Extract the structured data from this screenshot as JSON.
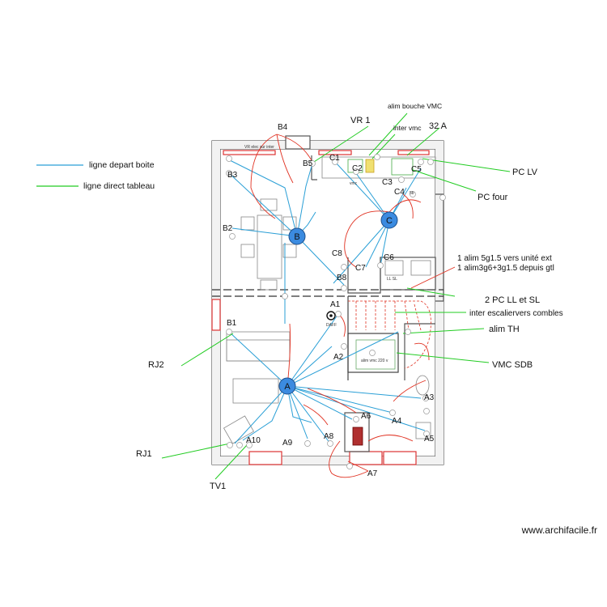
{
  "legend": {
    "blue_label": "ligne depart boite",
    "green_label": "ligne direct tableau"
  },
  "colors": {
    "blue_line": "#2a9fd6",
    "green_line": "#22cc22",
    "red_line": "#e03020",
    "wall": "#555555",
    "hub": "#3b8be0"
  },
  "hubs": {
    "a": "A",
    "b": "B",
    "c": "C"
  },
  "points": {
    "A1": "A1",
    "A2": "A2",
    "A3": "A3",
    "A4": "A4",
    "A5": "A5",
    "A6": "A6",
    "A7": "A7",
    "A8": "A8",
    "A9": "A9",
    "A10": "A10",
    "B1": "B1",
    "B2": "B2",
    "B3": "B3",
    "B4": "B4",
    "B5": "B5",
    "B8": "B8",
    "C1": "C1",
    "C2": "C2",
    "C3": "C3",
    "C4": "C4",
    "C5": "C5",
    "C6": "C6",
    "C7": "C7",
    "C8": "C8"
  },
  "annotations": {
    "vr1": "VR 1",
    "alim_bouche_vmc": "alim bouche VMC",
    "inter_vmc": "inter vmc",
    "amp32": "32 A",
    "pc_lv": "PC LV",
    "pc_four": "PC four",
    "alim_ext_line1": "1 alim 5g1.5 vers unité ext",
    "alim_ext_line2": "1 alim3g6+3g1.5 depuis gtl",
    "pc_ll_sl": "2 PC LL et SL",
    "inter_escalier": "inter escaliervers combles",
    "alim_th": "alim TH",
    "vmc_sdb": "VMC SDB",
    "rj2": "RJ2",
    "rj1": "RJ1",
    "tv1": "TV1"
  },
  "small_texts": {
    "vr_elec": "VR elec sur inter",
    "vmc": "vmc",
    "daff": "DAFF",
    "alim_vmc_220": "alim vmc 220 v",
    "ll_sl": "LL   SL",
    "bref_5b": "5b"
  },
  "watermark": "www.archifacile.fr"
}
